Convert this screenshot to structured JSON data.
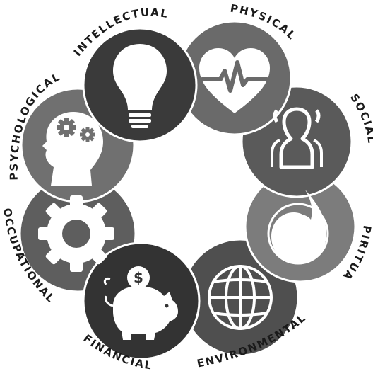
{
  "dimensions": [
    {
      "label": "INTELLECTUAL",
      "icon": "lightbulb-icon",
      "color": "#3a3a3a"
    },
    {
      "label": "PHYSICAL",
      "icon": "heart-pulse-icon",
      "color": "#6a6a6a"
    },
    {
      "label": "SOCIAL",
      "icon": "people-icon",
      "color": "#5a5a5a"
    },
    {
      "label": "SPIRITUAL",
      "icon": "flame-spiral-icon",
      "color": "#7c7c7c"
    },
    {
      "label": "ENVIRONMENTAL",
      "icon": "globe-icon",
      "color": "#4f4f4f"
    },
    {
      "label": "FINANCIAL",
      "icon": "piggy-bank-icon",
      "color": "#333333"
    },
    {
      "label": "OCCUPATIONAL",
      "icon": "gear-icon",
      "color": "#5e5e5e"
    },
    {
      "label": "PSYCHOLOGICAL",
      "icon": "head-gears-icon",
      "color": "#707070"
    }
  ],
  "colors": {
    "icon": "#ffffff",
    "text": "#1a1a1a",
    "background": "#ffffff"
  }
}
